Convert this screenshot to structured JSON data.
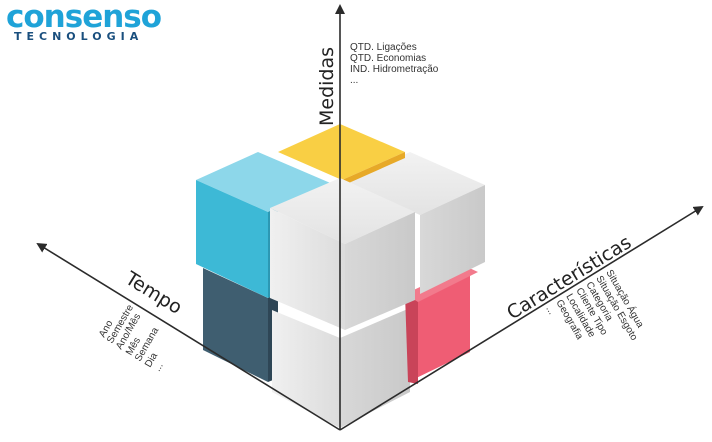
{
  "logo": {
    "main": "consenso",
    "sub": "TECNOLOGIA"
  },
  "axes": {
    "medidas": {
      "title": "Medidas",
      "items": [
        "QTD. Ligações",
        "QTD. Economias",
        "IND. Hidrometração",
        "..."
      ]
    },
    "tempo": {
      "title": "Tempo",
      "items": [
        "Ano",
        "Semestre",
        "Ano/Mês",
        "Mês",
        "Semana",
        "Dia",
        "..."
      ]
    },
    "caracteristicas": {
      "title": "Características",
      "items": [
        "Situação Água",
        "Situação Esgoto",
        "Categoria",
        "Cliente Tipo",
        "Localidade",
        "Geografia",
        "..."
      ]
    }
  },
  "colors": {
    "blue": "#3db9d6",
    "yellow": "#f9cf44",
    "slate": "#3f5e70",
    "red": "#ef5d74",
    "grey": "#e6e6e6",
    "axis": "#2b2b2b",
    "brand": "#1fa3d8"
  }
}
